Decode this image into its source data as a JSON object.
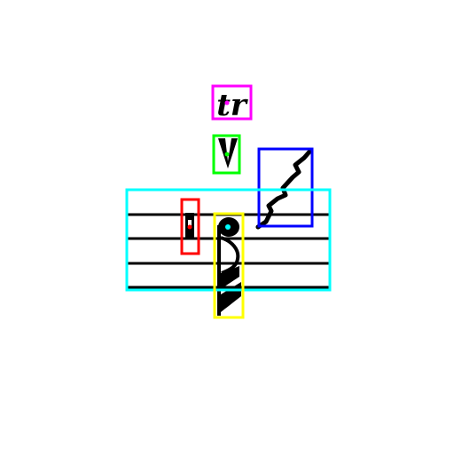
{
  "scene": {
    "trill_text": "tr",
    "colors": {
      "background": "#ffffff",
      "ink": "#000000",
      "box_trill": "#ff00ff",
      "box_accent": "#00ff00",
      "box_glissando": "#0000ff",
      "box_staff": "#00ffff",
      "box_sharp": "#ff0000",
      "box_note_group": "#ffff00"
    },
    "annotations": [
      {
        "name": "trill-box",
        "symbol": "trill",
        "color": "#ff00ff"
      },
      {
        "name": "accent-box",
        "symbol": "accent",
        "color": "#00ff00"
      },
      {
        "name": "glissando-box",
        "symbol": "glissando",
        "color": "#0000ff"
      },
      {
        "name": "staff-box",
        "symbol": "staff",
        "color": "#00ffff"
      },
      {
        "name": "sharp-box",
        "symbol": "sharp",
        "color": "#ff0000"
      },
      {
        "name": "note-group-box",
        "symbol": "notes-with-flags",
        "color": "#ffff00"
      }
    ]
  }
}
